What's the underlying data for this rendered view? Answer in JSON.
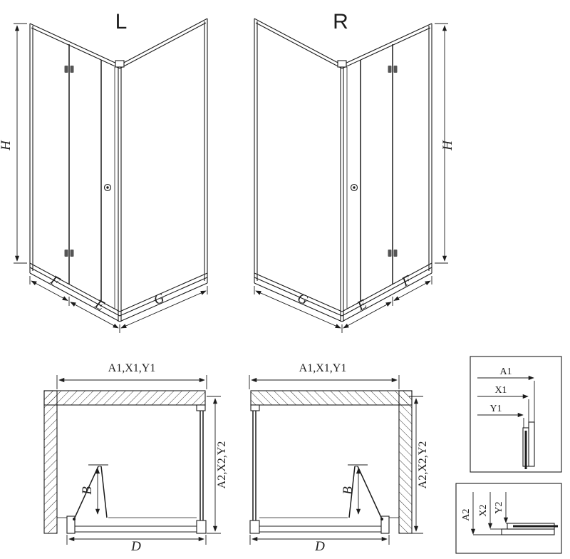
{
  "drawing": {
    "views": {
      "left_model": {
        "title": "L",
        "dim_h": "H",
        "dim_f": "F",
        "dim_e": "E",
        "dim_g": "G"
      },
      "right_model": {
        "title": "R",
        "dim_h": "H",
        "dim_f": "F",
        "dim_e": "E",
        "dim_g": "G"
      },
      "left_plan": {
        "dim_width": "A1,X1,Y1",
        "dim_depth": "A2,X2,Y2",
        "dim_b": "B",
        "dim_d": "D"
      },
      "right_plan": {
        "dim_width": "A1,X1,Y1",
        "dim_depth": "A2,X2,Y2",
        "dim_b": "B",
        "dim_d": "D"
      },
      "detail_width_profile": {
        "dim_a1": "A1",
        "dim_x1": "X1",
        "dim_y1": "Y1"
      },
      "detail_depth_profile": {
        "dim_a2": "A2",
        "dim_x2": "X2",
        "dim_y2": "Y2"
      }
    },
    "colors": {
      "line": "#1c1c1c",
      "background": "#ffffff"
    }
  }
}
